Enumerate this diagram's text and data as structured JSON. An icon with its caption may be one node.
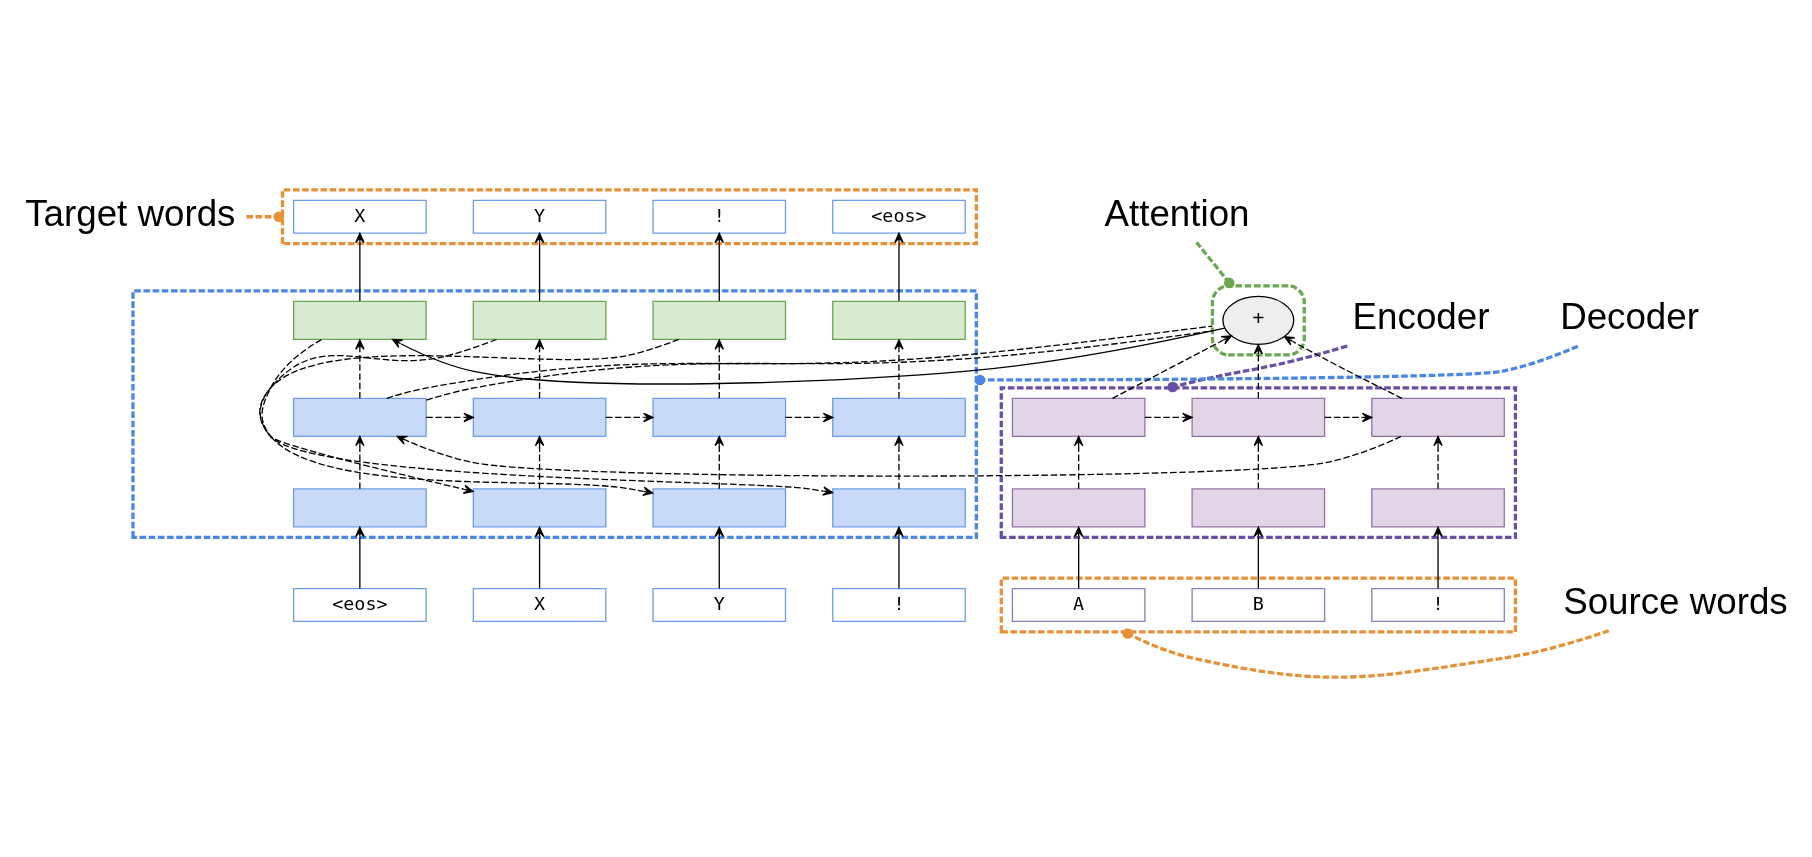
{
  "diagram": {
    "nodes": [
      {
        "text": [
          "Target words"
        ]
      },
      {
        "text": [
          "Attention"
        ]
      },
      {
        "text": [],
        "shape": "box"
      },
      {
        "text": [
          "X"
        ],
        "in": 2
      },
      {
        "text": [
          "Y"
        ],
        "in": 2
      },
      {
        "text": [
          "!"
        ],
        "in": 2
      },
      {
        "text": [
          "<eos>"
        ],
        "in": 2
      },
      {
        "text": [],
        "shape": "ellipse"
      },
      {
        "text": [
          "+"
        ],
        "in": 7
      },
      {
        "text": [
          "Encoder"
        ]
      },
      {
        "text": [
          "Decoder"
        ]
      },
      {
        "text": [],
        "shape": "box"
      },
      {
        "text": [],
        "shape": "box",
        "in": 11
      },
      {
        "text": [],
        "shape": "box",
        "in": 11
      },
      {
        "text": [],
        "shape": "box",
        "in": 11
      },
      {
        "text": [],
        "shape": "box",
        "in": 11
      },
      {
        "text": [],
        "shape": "box"
      },
      {
        "text": [],
        "shape": "box",
        "in": 16
      },
      {
        "text": [],
        "shape": "box",
        "in": 16
      },
      {
        "text": [],
        "shape": "box",
        "in": 16
      },
      {
        "text": [],
        "shape": "box",
        "in": 11
      },
      {
        "text": [],
        "shape": "box",
        "in": 11
      },
      {
        "text": [],
        "shape": "box",
        "in": 11
      },
      {
        "text": [],
        "shape": "box",
        "in": 11
      },
      {
        "text": [],
        "shape": "box",
        "in": 16
      },
      {
        "text": [],
        "shape": "box",
        "in": 16
      },
      {
        "text": [],
        "shape": "box",
        "in": 16
      },
      {
        "text": [],
        "shape": "box",
        "in": 11
      },
      {
        "text": [],
        "shape": "box",
        "in": 11
      },
      {
        "text": [],
        "shape": "box",
        "in": 11
      },
      {
        "text": [],
        "shape": "box",
        "in": 11
      },
      {
        "text": [],
        "shape": "box"
      },
      {
        "text": [
          "A"
        ],
        "in": 31
      },
      {
        "text": [
          "B"
        ],
        "in": 31
      },
      {
        "text": [
          "!"
        ],
        "in": 31
      },
      {
        "text": [
          "<eos>"
        ]
      },
      {
        "text": [
          "X"
        ]
      },
      {
        "text": [
          "Y"
        ]
      },
      {
        "text": [
          "!"
        ]
      },
      {
        "text": [
          "Source words"
        ]
      }
    ],
    "edges": [
      {
        "from": 0,
        "to": 2,
        "arrow": "other",
        "style": "dashed",
        "color": "#e69138"
      },
      {
        "from": 1,
        "to": 7,
        "arrow": "other",
        "style": "dashed",
        "color": "#6aa84f"
      },
      {
        "from": 9,
        "to": 16,
        "arrow": "other",
        "style": "dashed",
        "color": "#674ea7"
      },
      {
        "from": 10,
        "to": 11,
        "arrow": "other",
        "style": "dashed",
        "color": "#4a86e8"
      },
      {
        "from": 39,
        "to": 31,
        "arrow": "other",
        "style": "dashed",
        "color": "#e69138"
      },
      {
        "from": 32,
        "to": 24,
        "arrow": "to"
      },
      {
        "from": 33,
        "to": 25,
        "arrow": "to"
      },
      {
        "from": 34,
        "to": 26,
        "arrow": "to"
      },
      {
        "from": 35,
        "to": 27,
        "arrow": "to"
      },
      {
        "from": 36,
        "to": 28,
        "arrow": "to"
      },
      {
        "from": 37,
        "to": 29,
        "arrow": "to"
      },
      {
        "from": 38,
        "to": 30,
        "arrow": "to"
      },
      {
        "from": 24,
        "to": 17,
        "arrow": "to",
        "style": "dashed"
      },
      {
        "from": 25,
        "to": 18,
        "arrow": "to",
        "style": "dashed"
      },
      {
        "from": 26,
        "to": 19,
        "arrow": "to",
        "style": "dashed"
      },
      {
        "from": 27,
        "to": 20,
        "arrow": "to",
        "style": "dashed"
      },
      {
        "from": 28,
        "to": 21,
        "arrow": "to",
        "style": "dashed"
      },
      {
        "from": 29,
        "to": 22,
        "arrow": "to",
        "style": "dashed"
      },
      {
        "from": 30,
        "to": 23,
        "arrow": "to",
        "style": "dashed"
      },
      {
        "from": 17,
        "to": 18,
        "arrow": "to",
        "style": "dashed"
      },
      {
        "from": 18,
        "to": 19,
        "arrow": "to",
        "style": "dashed"
      },
      {
        "from": 19,
        "to": 20,
        "arrow": "to",
        "style": "dashed"
      },
      {
        "from": 20,
        "to": 21,
        "arrow": "to",
        "style": "dashed"
      },
      {
        "from": 21,
        "to": 22,
        "arrow": "to",
        "style": "dashed"
      },
      {
        "from": 22,
        "to": 23,
        "arrow": "to",
        "style": "dashed"
      },
      {
        "from": 20,
        "to": 12,
        "arrow": "to",
        "style": "dashed"
      },
      {
        "from": 21,
        "to": 13,
        "arrow": "to",
        "style": "dashed"
      },
      {
        "from": 22,
        "to": 14,
        "arrow": "to",
        "style": "dashed"
      },
      {
        "from": 23,
        "to": 15,
        "arrow": "to",
        "style": "dashed"
      },
      {
        "from": 17,
        "to": 8,
        "arrow": "to",
        "style": "dashed"
      },
      {
        "from": 18,
        "to": 8,
        "arrow": "to",
        "style": "dashed"
      },
      {
        "from": 19,
        "to": 8,
        "arrow": "to",
        "style": "dashed"
      },
      {
        "from": 20,
        "to": 7,
        "arrow": "none",
        "style": "dashed"
      },
      {
        "from": 20,
        "to": 7,
        "arrow": "none",
        "style": "dashed"
      },
      {
        "from": 8,
        "to": 12,
        "arrow": "to"
      },
      {
        "from": 12,
        "to": 3,
        "arrow": "to"
      },
      {
        "from": 13,
        "to": 4,
        "arrow": "to"
      },
      {
        "from": 14,
        "to": 5,
        "arrow": "to"
      },
      {
        "from": 15,
        "to": 6,
        "arrow": "to"
      },
      {
        "from": 12,
        "to": 28,
        "arrow": "to",
        "style": "dashed"
      },
      {
        "from": 13,
        "to": 29,
        "arrow": "to",
        "style": "dashed"
      },
      {
        "from": 14,
        "to": 30,
        "arrow": "to",
        "style": "dashed"
      }
    ]
  }
}
